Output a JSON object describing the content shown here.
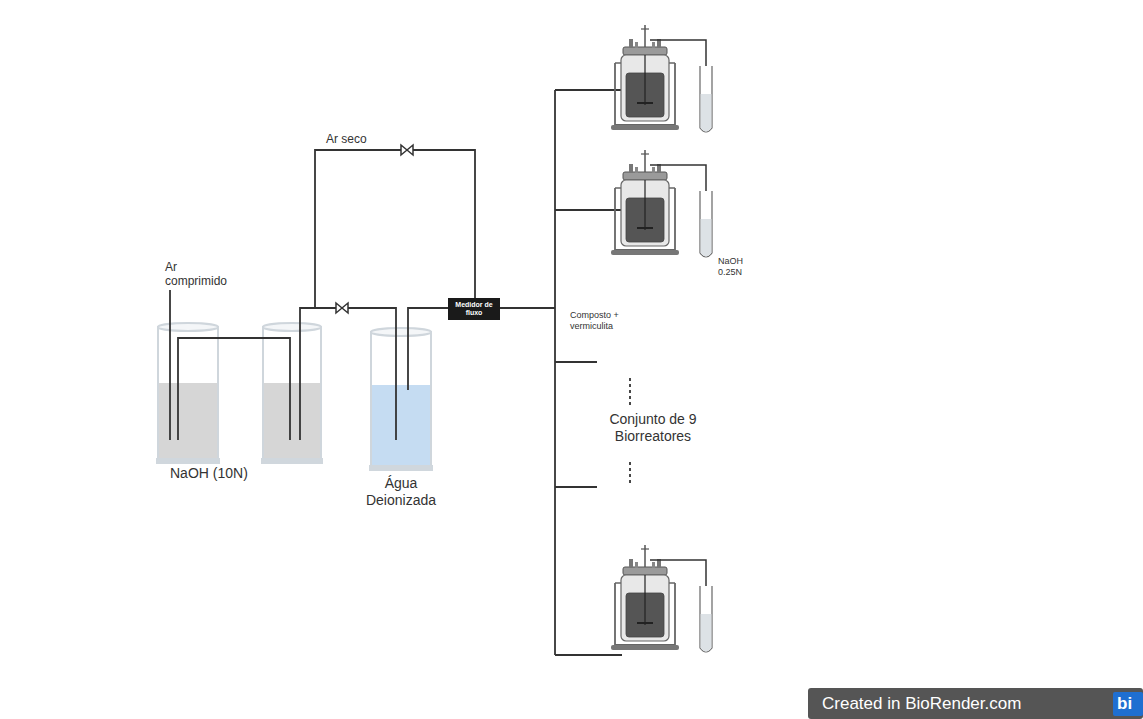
{
  "diagram": {
    "nodes": [
      {
        "text": [
          "Medidor de fluxo"
        ]
      }
    ],
    "labels": [
      "Ar comprimido",
      "Ar seco",
      "NaOH (10N)",
      "Água Deionizada",
      "NaOH 0.25N",
      "Composto + vermiculita",
      "Conjunto de 9 Biorreatores",
      "Created in BioRender.com",
      "bi"
    ]
  }
}
